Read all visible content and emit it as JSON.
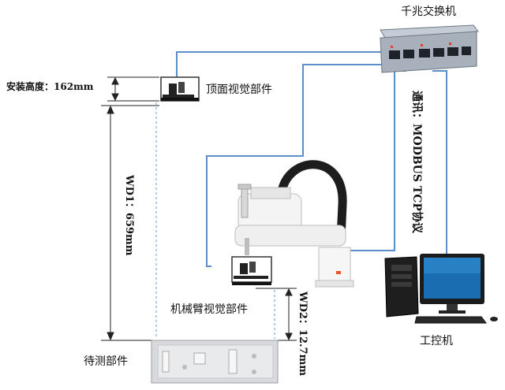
{
  "labels": {
    "switch": "千兆交换机",
    "install_height": "安装高度：162mm",
    "top_vision": "顶面视觉部件",
    "comm": "通讯：MODBUS TCP协议",
    "wd1": "WD1：659mm",
    "arm_vision": "机械臂视觉部件",
    "wd2": "WD2：12.7mm",
    "workpiece": "待测部件",
    "ipc": "工控机"
  },
  "colors": {
    "cable": "#5b8fc7",
    "dashed": "#7da8e0",
    "dimension": "#222222",
    "switch_body": "#a7b0bb",
    "robot_body": "#f2f2f2",
    "robot_hose": "#1d1d1d"
  }
}
